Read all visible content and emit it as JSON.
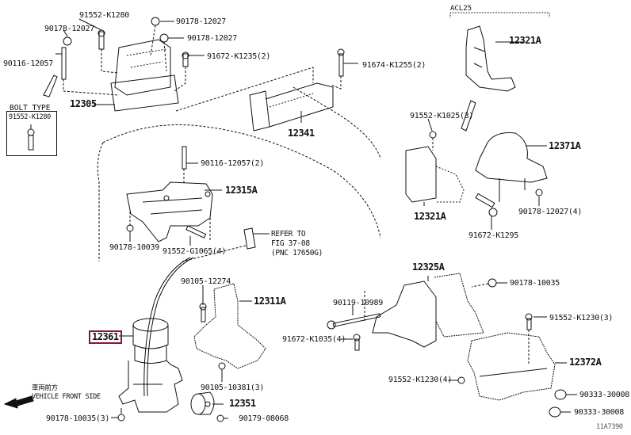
{
  "diagram": {
    "title": "Engine mounting parts diagram",
    "catalog_ref": "11A7390",
    "highlight_color": "#8b1538",
    "highlighted_part": "12361",
    "bolt_type": {
      "title": "BOLT TYPE",
      "part": "91552-K1280"
    },
    "acl_label": "ACL25",
    "vehicle_front": {
      "jp": "車両前方",
      "en": "VEHICLE FRONT SIDE",
      "icon": "arrow-left-icon"
    },
    "refer_note": {
      "line1": "REFER TO",
      "line2": "FIG 37-08",
      "line3": "(PNC 17650G)"
    },
    "labels": {
      "p91552_k1280": "91552-K1280",
      "p90178_12027_a": "90178-12027",
      "p90178_12027_b": "90178-12027",
      "p90178_12027_c": "90178-12027",
      "p90116_12057": "90116-12057",
      "p91672_k1235": "91672-K1235(2)",
      "p91674_k1255": "91674-K1255(2)",
      "p12305": "12305",
      "p12341": "12341",
      "p12321A_top": "12321A",
      "p91552_k1025": "91552-K1025(3)",
      "p12371A": "12371A",
      "p12321A_mid": "12321A",
      "p90178_12027_4": "90178-12027(4)",
      "p91672_k1295": "91672-K1295",
      "p90116_12057_2": "90116-12057(2)",
      "p12315A": "12315A",
      "p90178_10039": "90178-10039",
      "p91552_g1065": "91552-G1065(4)",
      "p12325A": "12325A",
      "p90178_10035": "90178-10035",
      "p90119_10989": "90119-10989",
      "p91672_k1035": "91672-K1035(4)",
      "p91552_k1230_3": "91552-K1230(3)",
      "p12372A": "12372A",
      "p91552_k1230_4": "91552-K1230(4)",
      "p90333_30008_a": "90333-30008",
      "p90333_30008_b": "90333-30008",
      "p90105_12274": "90105-12274",
      "p12311A": "12311A",
      "p12361": "12361",
      "p90105_10381": "90105-10381(3)",
      "p12351": "12351",
      "p90179_08068": "90179-08068",
      "p90178_10035_3": "90178-10035(3)"
    }
  }
}
